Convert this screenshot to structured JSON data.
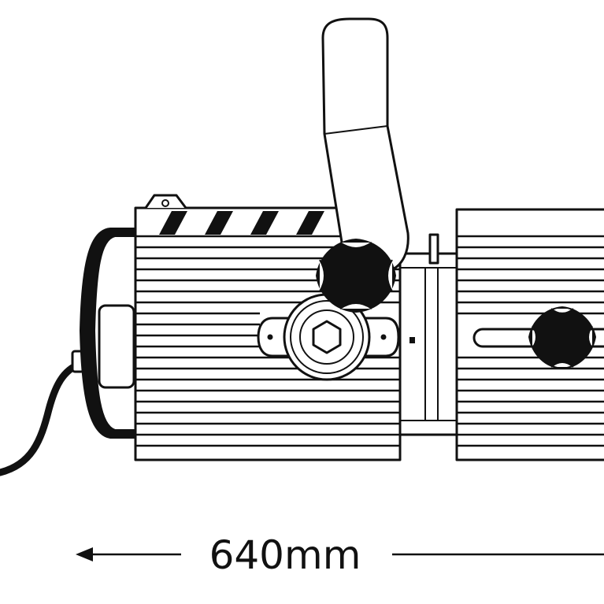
{
  "dimension": {
    "label": "640mm"
  },
  "colors": {
    "line": "#111111",
    "background": "#ffffff"
  },
  "parts": {
    "cable": "power-cable",
    "rear_cap": "rear-lamp-cap",
    "body": "lamp-body-housing",
    "yoke": "yoke-arm",
    "tilt_knob": "tilt-lock-knob",
    "focus_hub": "hex-focus-hub",
    "lens_tube": "lens-tube",
    "lens_knob": "lens-lock-knob"
  }
}
